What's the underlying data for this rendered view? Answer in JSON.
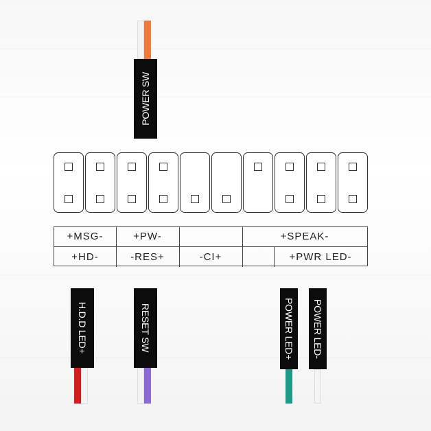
{
  "connectors": {
    "power_sw": "POWER SW",
    "hdd_led": "H.D.D LED+",
    "reset_sw": "RESET SW",
    "power_led_plus": "POWER LED+",
    "power_led_minus": "POWER LED-"
  },
  "labels": {
    "row1": {
      "msg": "+MSG-",
      "pw": "+PW-",
      "speak": "+SPEAK-"
    },
    "row2": {
      "hd": "+HD-",
      "res": "-RES+",
      "ci": "-CI+",
      "pwr_led": "+PWR LED-"
    }
  },
  "header": {
    "pin_blocks": [
      {
        "top": true,
        "bottom": true
      },
      {
        "top": true,
        "bottom": true
      },
      {
        "top": true,
        "bottom": true
      },
      {
        "top": true,
        "bottom": true
      },
      {
        "top": false,
        "bottom": true
      },
      {
        "top": false,
        "bottom": true
      },
      {
        "top": true,
        "bottom": false
      },
      {
        "top": true,
        "bottom": true
      },
      {
        "top": true,
        "bottom": true
      },
      {
        "top": true,
        "bottom": true
      }
    ]
  },
  "colors": {
    "cap": "#0c0c0c",
    "power_sw_wire": "#f07a3a",
    "hdd_led_wire": "#d21e1e",
    "reset_sw_wire": "#8a6bd6",
    "power_led_wire": "#1e9a86",
    "white_wire": "#f4f4f4"
  }
}
